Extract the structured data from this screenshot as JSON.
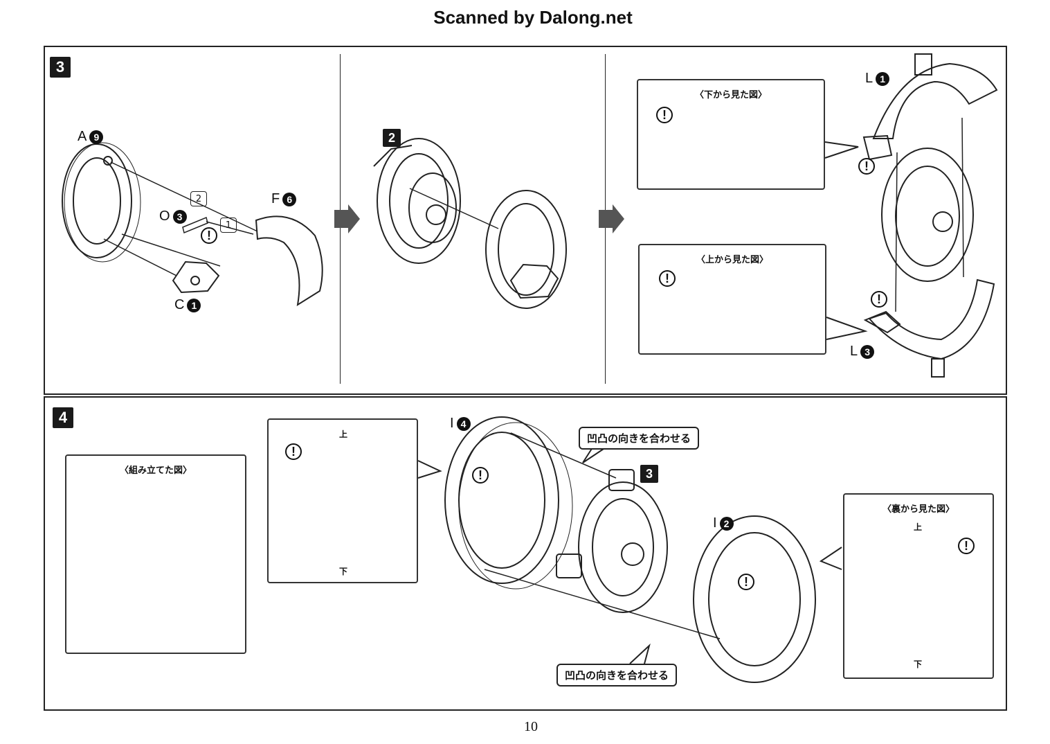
{
  "header": {
    "title": "Scanned by Dalong.net"
  },
  "step3": {
    "number": "3",
    "sub_step": "2",
    "parts": {
      "a9": {
        "letter": "A",
        "num": "9"
      },
      "f6": {
        "letter": "F",
        "num": "6"
      },
      "o3": {
        "letter": "O",
        "num": "3"
      },
      "c1": {
        "letter": "C",
        "num": "1"
      },
      "l1": {
        "letter": "L",
        "num": "1"
      },
      "l3": {
        "letter": "L",
        "num": "3"
      }
    },
    "order": {
      "first": "1",
      "second": "2"
    },
    "view_bottom": "〈下から見た図〉",
    "view_top": "〈上から見た図〉"
  },
  "step4": {
    "number": "4",
    "sub_ref": "3",
    "assembled_view": "〈組み立てた図〉",
    "top_label": "上",
    "bottom_label": "下",
    "back_view": "〈裏から見た図〉",
    "back_top": "上",
    "back_bottom": "下",
    "parts": {
      "i4": {
        "letter": "I",
        "num": "4"
      },
      "i2": {
        "letter": "I",
        "num": "2"
      }
    },
    "callout_align_1": "凹凸の向きを合わせる",
    "callout_align_2": "凹凸の向きを合わせる"
  },
  "warning_symbol": "!",
  "page_number": "10"
}
